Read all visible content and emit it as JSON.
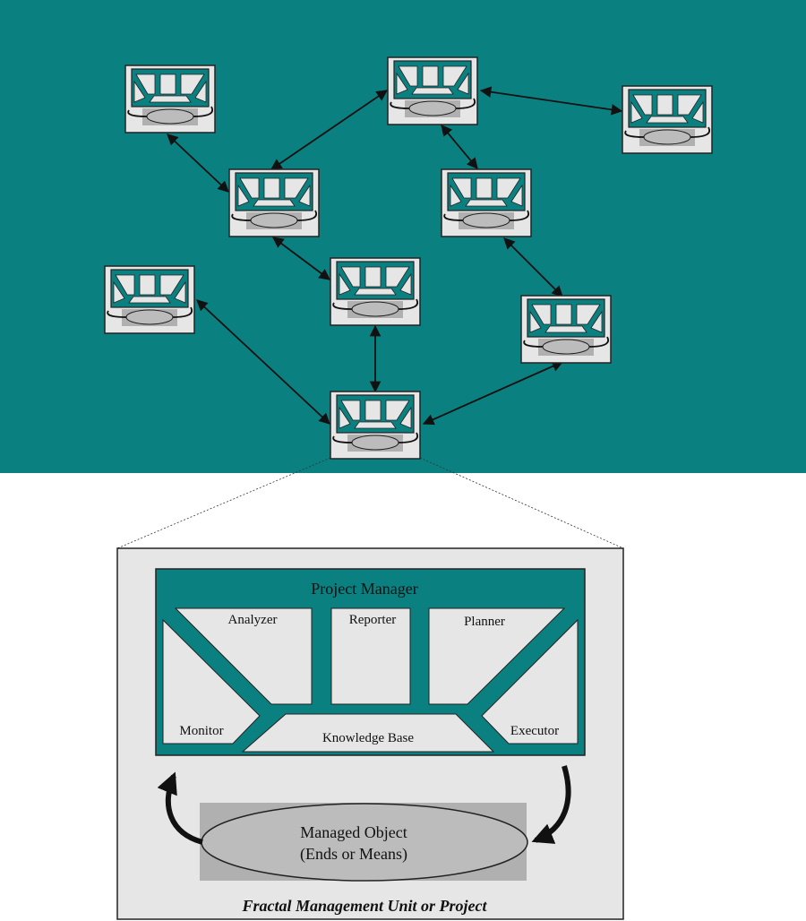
{
  "colors": {
    "teal": "#0b8080",
    "panel": "#e6e6e6",
    "ellipse": "#bcbcbc",
    "shade": "#b0b0b0",
    "ink": "#111111"
  },
  "network": {
    "unit_count": 9,
    "link_count": 9,
    "arrow_style": "double-headed"
  },
  "detail": {
    "project_manager": "Project Manager",
    "analyzer": "Analyzer",
    "reporter": "Reporter",
    "planner": "Planner",
    "monitor": "Monitor",
    "executor": "Executor",
    "knowledge_base": "Knowledge Base",
    "managed_object_line1": "Managed Object",
    "managed_object_line2": "(Ends or Means)",
    "caption": "Fractal Management Unit or Project"
  }
}
